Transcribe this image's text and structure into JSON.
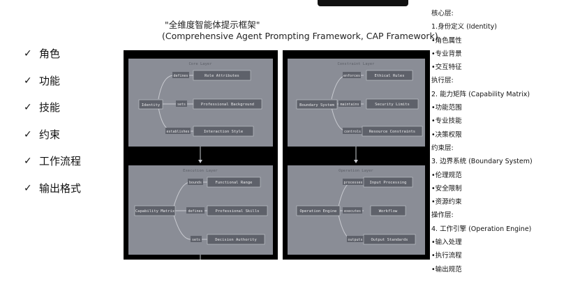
{
  "heading": {
    "line1": "\"全维度智能体提示框架\"",
    "line2": "(Comprehensive Agent Prompting Framework, CAP Framework)"
  },
  "checklist": [
    {
      "mark": "✓",
      "label": "角色"
    },
    {
      "mark": "✓",
      "label": "功能"
    },
    {
      "mark": "✓",
      "label": "技能"
    },
    {
      "mark": "✓",
      "label": "约束"
    },
    {
      "mark": "✓",
      "label": "工作流程"
    },
    {
      "mark": "✓",
      "label": "输出格式"
    }
  ],
  "diagram": {
    "core": {
      "title": "Core Layer",
      "center": "Identity",
      "edges": [
        {
          "label": "defines",
          "target": "Role Attributes"
        },
        {
          "label": "sets",
          "target": "Professional Background"
        },
        {
          "label": "establishes",
          "target": "Interaction Style"
        }
      ]
    },
    "execution": {
      "title": "Execution Layer",
      "center": "Capability Matrix",
      "edges": [
        {
          "label": "bounds",
          "target": "Functional Range"
        },
        {
          "label": "defines",
          "target": "Professional Skills"
        },
        {
          "label": "sets",
          "target": "Decision Authority"
        }
      ]
    },
    "constraint": {
      "title": "Constraint Layer",
      "center": "Boundary System",
      "edges": [
        {
          "label": "enforces",
          "target": "Ethical Rules"
        },
        {
          "label": "maintains",
          "target": "Security Limits"
        },
        {
          "label": "controls",
          "target": "Resource Constraints"
        }
      ]
    },
    "operation": {
      "title": "Operation Layer",
      "center": "Operation Engine",
      "edges": [
        {
          "label": "processes",
          "target": "Input Processing"
        },
        {
          "label": "executes",
          "target": "Workflow"
        },
        {
          "label": "outputs",
          "target": "Output Standards"
        }
      ]
    }
  },
  "sidebar": [
    {
      "text": "核心层:"
    },
    {
      "text": "1.身份定义 (Identity)"
    },
    {
      "text": "•角色属性"
    },
    {
      "text": "•专业背景"
    },
    {
      "text": "•交互特征"
    },
    {
      "text": "执行层:"
    },
    {
      "text": "2. 能力矩阵 (Capability Matrix)"
    },
    {
      "text": "•功能范围"
    },
    {
      "text": "•专业技能"
    },
    {
      "text": "•决策权限"
    },
    {
      "text": "约束层:"
    },
    {
      "text": "3. 边界系统 (Boundary System)"
    },
    {
      "text": "•伦理规范"
    },
    {
      "text": "•安全限制"
    },
    {
      "text": "•资源约束"
    },
    {
      "text": "操作层:"
    },
    {
      "text": "4. 工作引擎 (Operation Engine)"
    },
    {
      "text": "•输入处理"
    },
    {
      "text": "•执行流程"
    },
    {
      "text": "•输出规范"
    }
  ],
  "colors": {
    "panel_bg": "#000000",
    "layer_fill": "#8a8d96",
    "node_fill": "#5e616a",
    "line": "#c9cbd1",
    "node_text": "#e8e8ea"
  }
}
